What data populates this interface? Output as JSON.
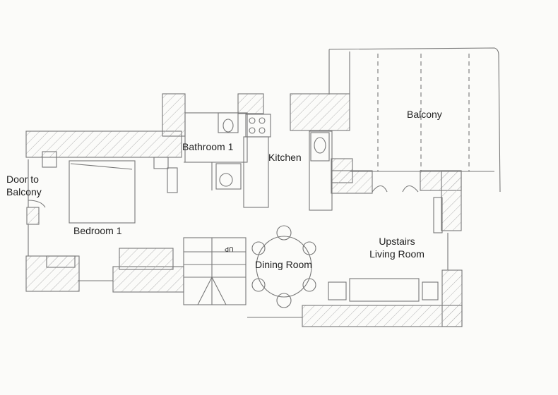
{
  "labels": {
    "balcony": "Balcony",
    "bathroom": "Bathroom 1",
    "kitchen": "Kitchen",
    "door_line1": "Door to",
    "door_line2": "Balcony",
    "bedroom": "Bedroom 1",
    "dining": "Dining Room",
    "living_line1": "Upstairs",
    "living_line2": "Living Room",
    "stair_up": "UP"
  },
  "colors": {
    "paper": "#fbfbf9",
    "pencil": "#777777",
    "hatch": "#b5b5b5",
    "text": "#222222"
  }
}
